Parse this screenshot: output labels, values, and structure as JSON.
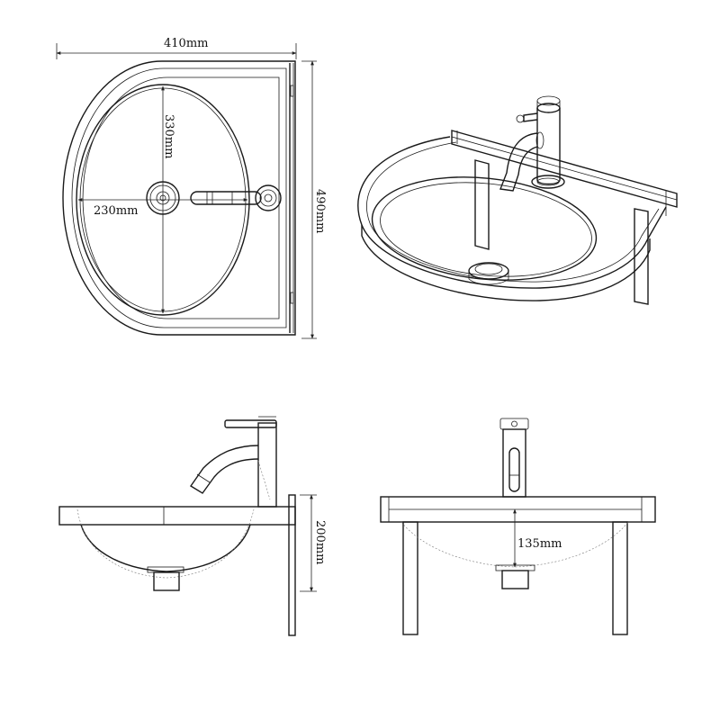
{
  "dimensions": {
    "width": "410mm",
    "depth": "490mm",
    "bowl_length": "330mm",
    "bowl_width": "230mm",
    "height": "200mm",
    "bowl_depth": "135mm"
  },
  "colors": {
    "line": "#1a1a1a",
    "background": "#ffffff"
  }
}
